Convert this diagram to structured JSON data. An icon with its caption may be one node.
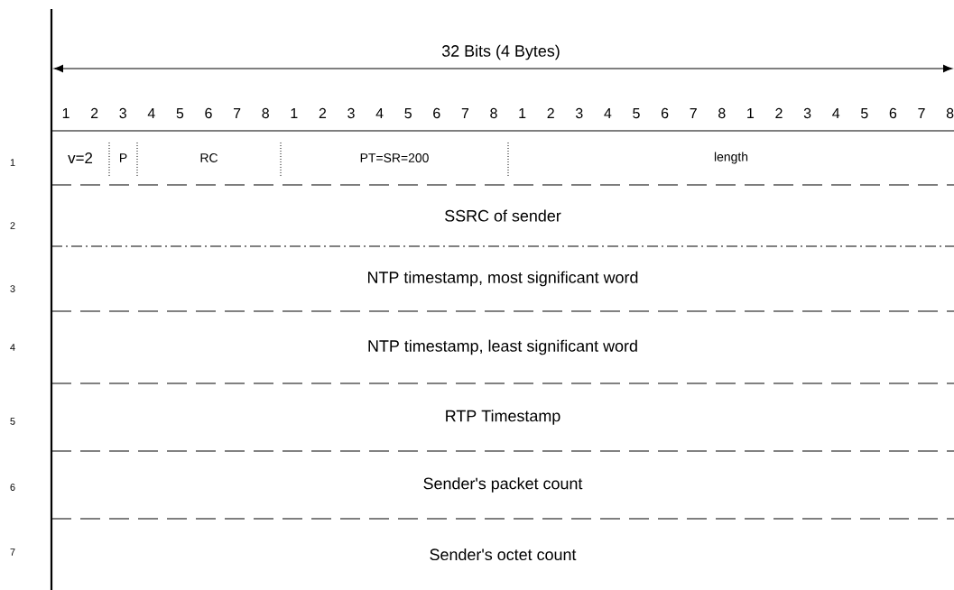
{
  "diagram": {
    "nodes": [
      {
        "text": [
          "v=2"
        ]
      },
      {
        "text": [
          "P"
        ]
      },
      {
        "text": [
          "RC"
        ]
      },
      {
        "text": [
          "PT=SR=200"
        ]
      },
      {
        "text": [
          "length"
        ]
      },
      {
        "text": [
          "SSRC of sender"
        ]
      },
      {
        "text": [
          "NTP timestamp, most significant word"
        ]
      },
      {
        "text": [
          "NTP timestamp, least significant word"
        ]
      },
      {
        "text": [
          "RTP Timestamp"
        ]
      },
      {
        "text": [
          "Sender's packet count"
        ]
      },
      {
        "text": [
          "Sender's octet count"
        ]
      }
    ],
    "labels": [
      "32 Bits (4 Bytes)",
      "1",
      "2",
      "3",
      "4",
      "5",
      "6",
      "7",
      "8",
      "1",
      "2",
      "3",
      "4",
      "5",
      "6",
      "7",
      "8",
      "1",
      "2",
      "3",
      "4",
      "5",
      "6",
      "7",
      "8",
      "1",
      "2",
      "3",
      "4",
      "5",
      "6",
      "7",
      "8",
      "1",
      "2",
      "3",
      "4",
      "5",
      "6",
      "7"
    ]
  }
}
